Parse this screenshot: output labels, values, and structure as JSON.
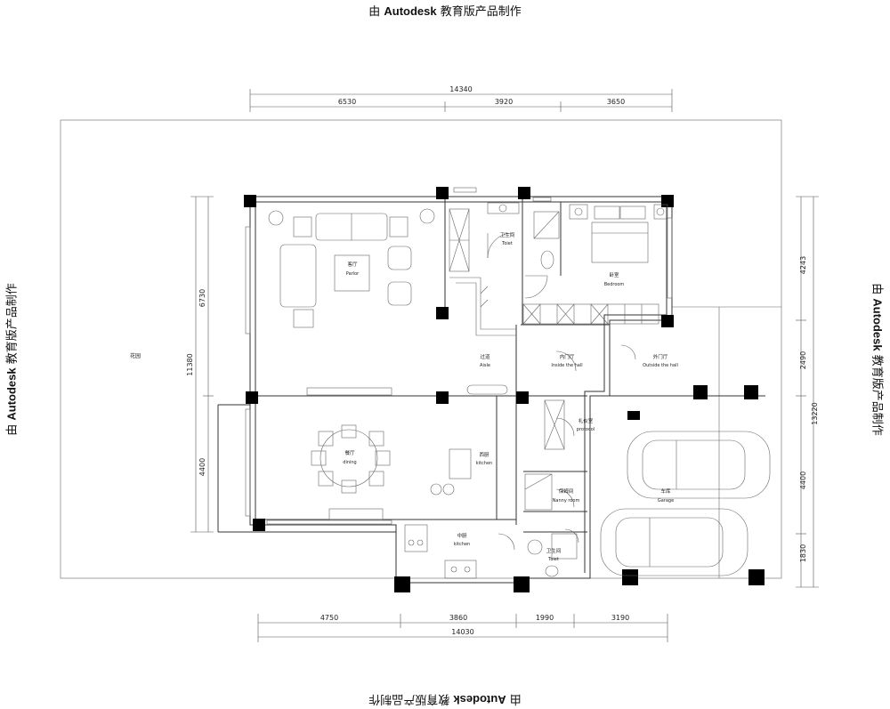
{
  "watermark": {
    "prefix": "由",
    "brand": "Autodesk",
    "suffix": "教育版产品制作"
  },
  "dimensions": {
    "top_total": "14340",
    "top_segments": [
      "6530",
      "3920",
      "3650"
    ],
    "bottom_segments": [
      "4750",
      "3860",
      "1990",
      "3190"
    ],
    "bottom_total": "14030",
    "left_total": "11380",
    "left_segments": [
      "6730",
      "4400"
    ],
    "right_total": "13220",
    "right_segments": [
      "4243",
      "2490",
      "4400",
      "1830"
    ]
  },
  "labels": {
    "garden": "花园",
    "parlor_cn": "客厅",
    "parlor_en": "Parlor",
    "toilet1_cn": "卫生间",
    "toilet1_en": "Toiet",
    "bedroom_cn": "卧室",
    "bedroom_en": "Bedroom",
    "aisle_cn": "过道",
    "aisle_en": "Aisle",
    "inside_hall_cn": "内门厅",
    "inside_hall_en": "Inside the hall",
    "outside_hall_cn": "外门厅",
    "outside_hall_en": "Outside the hall",
    "dining_cn": "餐厅",
    "dining_en": "dining",
    "kitchen_cn": "西厨",
    "kitchen_en": "kitchen",
    "protocol_cn": "礼仪室",
    "protocol_en": "protocol",
    "nanny_cn": "保姆间",
    "nanny_en": "Nanny room",
    "garage_cn": "车库",
    "garage_en": "Garage",
    "chinese_kitchen_cn": "中厨",
    "chinese_kitchen_en": "kitchen",
    "toilet2_cn": "卫生间",
    "toilet2_en": "Toiet"
  }
}
